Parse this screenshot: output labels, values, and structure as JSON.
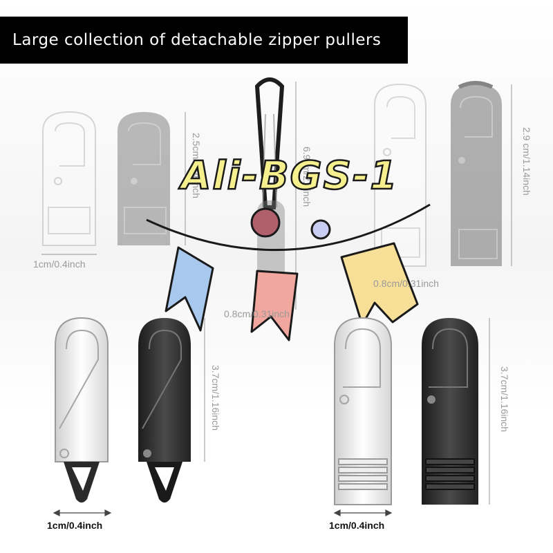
{
  "banner": {
    "title": "Large collection of detachable zipper pullers"
  },
  "watermark": {
    "text": "Ali-BGS-1"
  },
  "dimensions": {
    "top_left_width": "1cm/0.4inch",
    "top_left_height": "2.5cm/0.98inch",
    "top_center_height": "6.9cm/2.6inch",
    "top_center_width": "0.8cm/0.31inch",
    "top_right_width": "0.8cm/0.31inch",
    "top_right_height": "2.9 cm/1.14inch",
    "bottom_left_height": "3.7cm/1.16inch",
    "bottom_left_width": "1cm/0.4inch",
    "bottom_right_height": "3.7cm/1.16inch",
    "bottom_right_width": "1cm/0.4inch"
  },
  "colors": {
    "flag_blue": "#a8c8ee",
    "flag_pink": "#f1a79d",
    "flag_yellow": "#f8df98",
    "ball_red": "#b0606a",
    "ball_lavender": "#c8cef2",
    "metal_dark": "#2a2a2a",
    "metal_silver": "#f4f4f4"
  }
}
